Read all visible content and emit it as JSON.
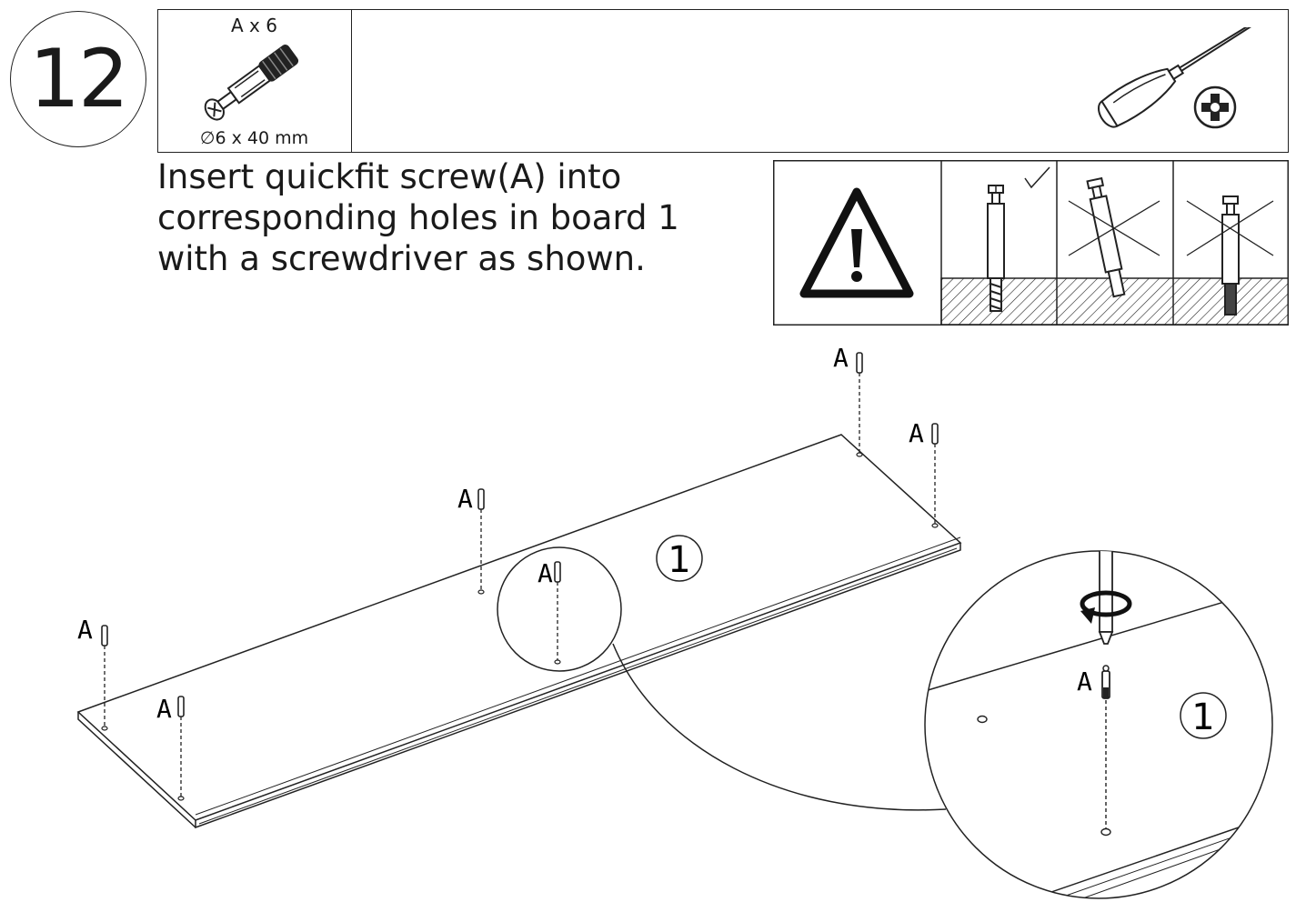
{
  "step": {
    "number": "12"
  },
  "parts": {
    "quantity_label": "A x 6",
    "size_label": "∅6 x 40 mm",
    "icons": [
      "quickfit-screw-icon",
      "screwdriver-icon",
      "phillips-head-icon"
    ]
  },
  "instruction": {
    "lines": [
      "Insert quickfit screw(A) into",
      "corresponding holes in board 1",
      "with a screwdriver as shown."
    ]
  },
  "warning": {
    "icons": [
      "warning-triangle-icon",
      "check-mark-icon",
      "cross-mark-icon",
      "cross-mark-icon"
    ]
  },
  "diagram": {
    "screw_label": "A",
    "board_label": "1",
    "zoom_board_label": "1",
    "zoom_screw_label": "A"
  }
}
